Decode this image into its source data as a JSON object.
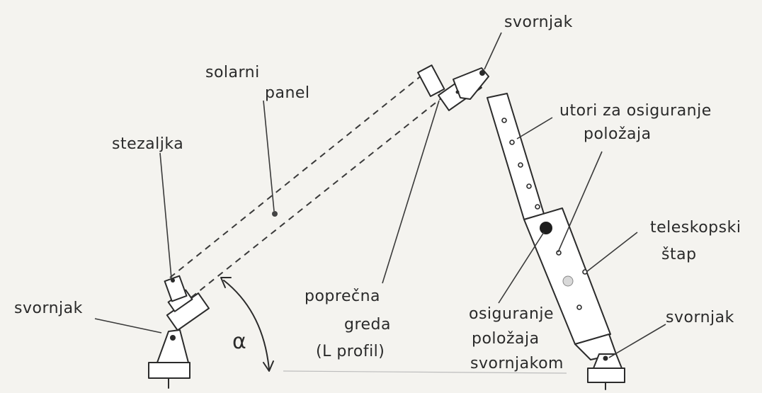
{
  "labels": {
    "svornjak_top": "svornjak",
    "solarni": "solarni",
    "panel": "panel",
    "utori_1": "utori za osiguranje",
    "utori_2": "položaja",
    "stezaljka": "stezaljka",
    "teleskopski_1": "teleskopski",
    "teleskopski_2": "štap",
    "svornjak_left": "svornjak",
    "poprecna_1": "poprečna",
    "poprecna_2": "greda",
    "poprecna_3": "(L profil)",
    "osiguranje_1": "osiguranje",
    "osiguranje_2": "položaja",
    "osiguranje_3": "svornjakom",
    "svornjak_right": "svornjak",
    "alpha": "α"
  }
}
